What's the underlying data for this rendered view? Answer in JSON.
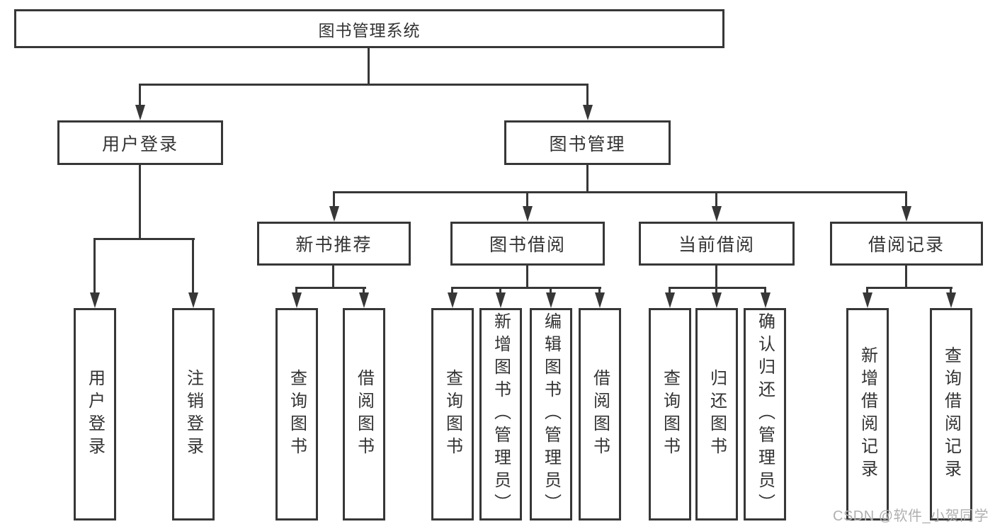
{
  "diagram_type": "hierarchy",
  "colors": {
    "background": "#ffffff",
    "line": "#373737",
    "box_border": "#373737",
    "text": "#333333",
    "watermark": "#b0b0b0"
  },
  "tree": {
    "root": "图书管理系统",
    "children": [
      {
        "label": "用户登录",
        "children": [
          "用户登录",
          "注销登录"
        ]
      },
      {
        "label": "图书管理",
        "children": [
          {
            "label": "新书推荐",
            "children": [
              "查询图书",
              "借阅图书"
            ]
          },
          {
            "label": "图书借阅",
            "children": [
              "查询图书",
              "新增图书（管理员）",
              "编辑图书（管理员）",
              "借阅图书"
            ]
          },
          {
            "label": "当前借阅",
            "children": [
              "查询图书",
              "归还图书",
              "确认归还（管理员）"
            ]
          },
          {
            "label": "借阅记录",
            "children": [
              "新增借阅记录",
              "查询借阅记录"
            ]
          }
        ]
      }
    ]
  },
  "watermark": {
    "text": "CSDN @软件_小贺同学"
  }
}
